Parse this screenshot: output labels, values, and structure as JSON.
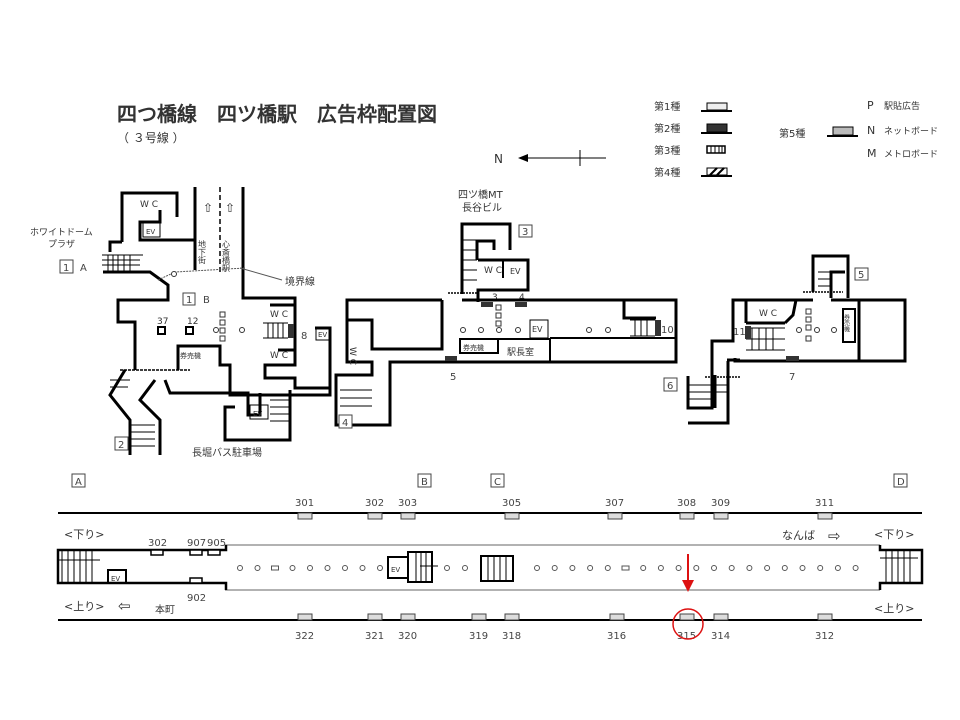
{
  "title": "四つ橋線　四ツ橋駅　広告枠配置図",
  "subtitle": "（ ３号線 ）",
  "north_label": "N",
  "legend": {
    "types": [
      "第1種",
      "第2種",
      "第3種",
      "第4種"
    ],
    "type5": "第5種",
    "codes": [
      {
        "code": "P",
        "label": "駅貼広告"
      },
      {
        "code": "N",
        "label": "ネットボード"
      },
      {
        "code": "M",
        "label": "メトロボード"
      }
    ],
    "colors": {
      "type1": "#eeeeee",
      "type2": "#333333",
      "type5": "#bbbbbb"
    }
  },
  "floor_plan": {
    "white_dome": [
      "ホワイトドーム",
      "プラザ"
    ],
    "underground_mall": "地下街",
    "shinsaibashi": "心斎橋駅",
    "boundary": "境界線",
    "bus_parking": "長堀バス駐車場",
    "building": [
      "四ツ橋MT",
      "長谷ビル"
    ],
    "wc": "W C",
    "ev": "EV",
    "ticket_machine": "券売機",
    "station_office": "駅長室",
    "exits": [
      "1",
      "1",
      "2",
      "3",
      "4",
      "5",
      "6"
    ],
    "exit_letters": [
      "A",
      "B"
    ],
    "ad_numbers": [
      "37",
      "12",
      "8",
      "3",
      "4",
      "5",
      "10",
      "11",
      "7"
    ]
  },
  "platform": {
    "sections": [
      "A",
      "B",
      "C",
      "D"
    ],
    "down_label": "<下り>",
    "up_label": "<上り>",
    "honmachi": "本町",
    "namba": "なんば",
    "top_ads": [
      "301",
      "302",
      "303",
      "305",
      "307",
      "308",
      "309",
      "311"
    ],
    "bottom_ads": [
      "322",
      "321",
      "320",
      "319",
      "318",
      "316",
      "315",
      "314",
      "312"
    ],
    "inner_ads_top": [
      "302",
      "907",
      "905"
    ],
    "inner_ad_bottom": "902",
    "highlighted_ad": "315",
    "highlight_color": "#dd1111"
  }
}
